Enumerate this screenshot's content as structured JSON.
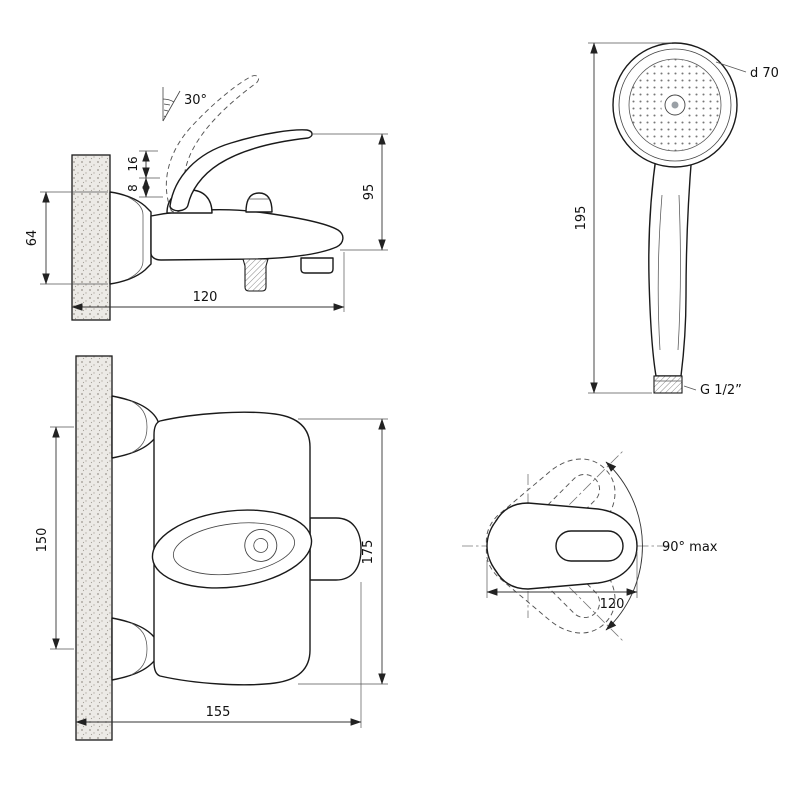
{
  "drawing": {
    "background": "#ffffff",
    "line_color": "#1a1a1a",
    "subject": "wall-mounted bath mixer with hand shower — dimensional technical drawing",
    "views": {
      "side": {
        "name": "mixer side view",
        "labels": {
          "lever_angle": "30°",
          "dim_16": "16",
          "dim_8": "8",
          "dim_64": "64",
          "dim_95": "95",
          "dim_120": "120"
        }
      },
      "hand_shower": {
        "name": "hand shower front view",
        "labels": {
          "diameter": "d 70",
          "dim_195": "195",
          "thread": "G 1/2”"
        }
      },
      "front": {
        "name": "mixer front view",
        "labels": {
          "dim_150": "150",
          "dim_175": "175",
          "dim_155": "155"
        }
      },
      "top": {
        "name": "lever top view",
        "labels": {
          "rotation": "90° max",
          "dim_120": "120"
        }
      }
    }
  }
}
